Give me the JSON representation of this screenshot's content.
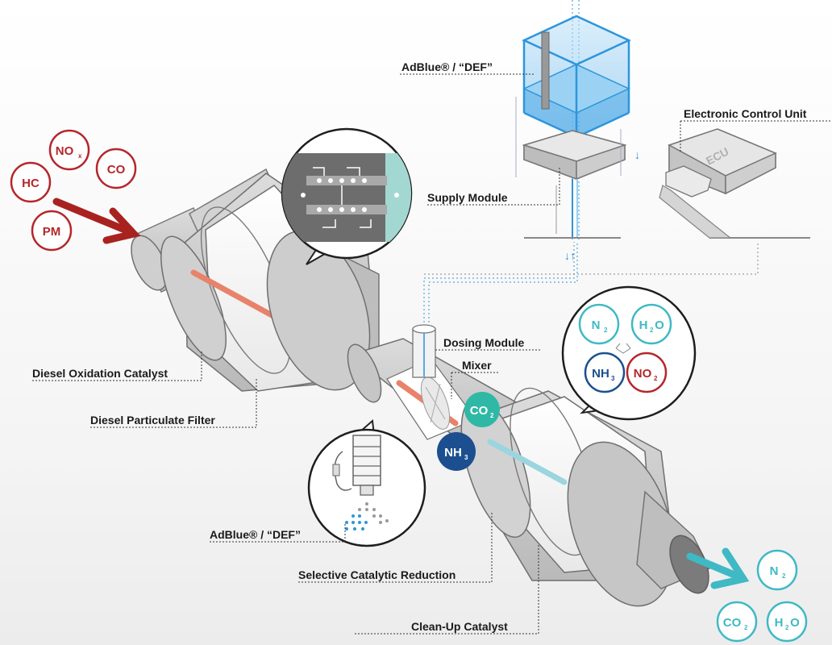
{
  "colors": {
    "pollutant": "#b5262b",
    "clean": "#3fb9c4",
    "nh3": "#1c4f8f",
    "co2_badge": "#2fb8a5",
    "body_grey": "#c9c9c9",
    "tank_blue": "#2d95dc"
  },
  "labels": {
    "adblue_top": "AdBlue® / “DEF”",
    "ecu_title": "Electronic Control Unit",
    "ecu_text": "ECU",
    "supply_module": "Supply Module",
    "dosing_module": "Dosing Module",
    "mixer": "Mixer",
    "doc": "Diesel Oxidation Catalyst",
    "dpf": "Diesel Particulate Filter",
    "adblue_bottom": "AdBlue® / “DEF”",
    "scr": "Selective Catalytic Reduction",
    "cuc": "Clean-Up Catalyst"
  },
  "molecules": {
    "inlet": [
      {
        "name": "NO",
        "sub": "x"
      },
      {
        "name": "CO",
        "sub": ""
      },
      {
        "name": "HC",
        "sub": ""
      },
      {
        "name": "PM",
        "sub": ""
      }
    ],
    "mixer": [
      {
        "name": "CO",
        "sub": "2"
      },
      {
        "name": "NH",
        "sub": "3"
      }
    ],
    "scr_bubble": [
      {
        "name": "N",
        "sub": "2"
      },
      {
        "name": "H",
        "sub": "2",
        "suffix": "O"
      },
      {
        "name": "NH",
        "sub": "3"
      },
      {
        "name": "NO",
        "sub": "2"
      }
    ],
    "outlet": [
      {
        "name": "N",
        "sub": "2"
      },
      {
        "name": "CO",
        "sub": "2"
      },
      {
        "name": "H",
        "sub": "2",
        "suffix": "O"
      }
    ]
  }
}
